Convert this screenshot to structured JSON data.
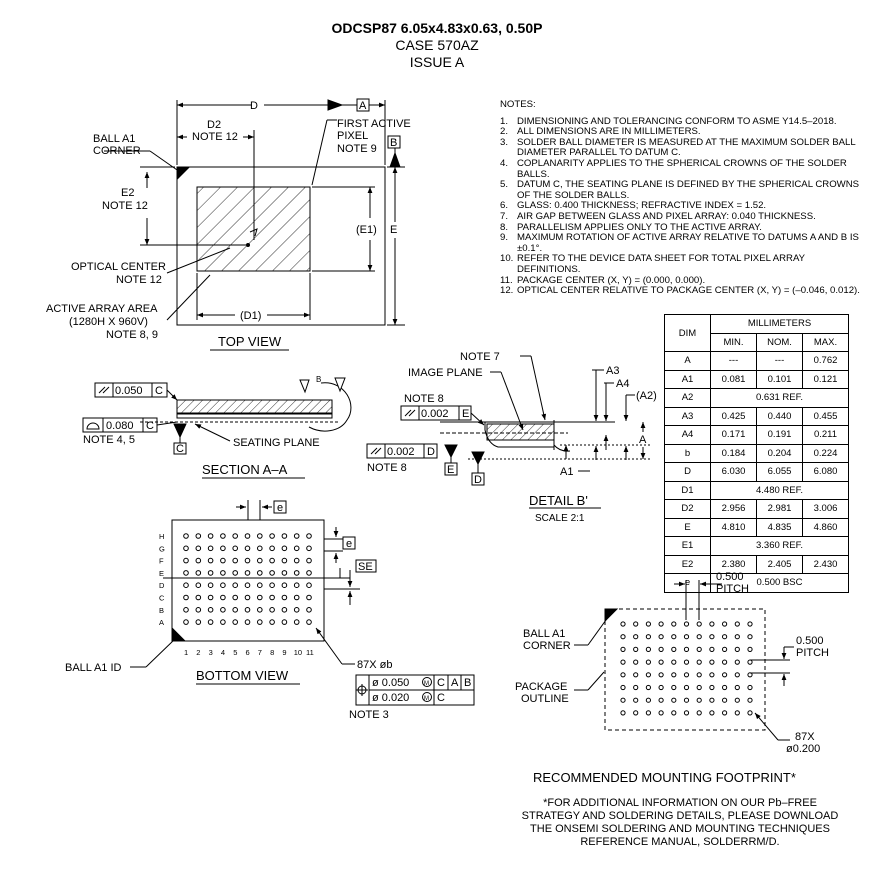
{
  "title": {
    "line1": "ODCSP87 6.05x4.83x0.63, 0.50P",
    "line2": "CASE 570AZ",
    "line3": "ISSUE A"
  },
  "notes": {
    "heading": "NOTES:",
    "items": [
      {
        "num": "1.",
        "text": "DIMENSIONING AND TOLERANCING CONFORM TO ASME Y14.5–2018."
      },
      {
        "num": "2.",
        "text": "ALL DIMENSIONS ARE IN MILLIMETERS."
      },
      {
        "num": "3.",
        "text": "SOLDER BALL DIAMETER IS MEASURED AT THE MAXIMUM SOLDER BALL DIAMETER PARALLEL TO DATUM C."
      },
      {
        "num": "4.",
        "text": "COPLANARITY APPLIES TO THE SPHERICAL CROWNS OF THE SOLDER BALLS."
      },
      {
        "num": "5.",
        "text": "DATUM C, THE SEATING PLANE IS DEFINED BY THE SPHERICAL CROWNS OF THE SOLDER BALLS."
      },
      {
        "num": "6.",
        "text": "GLASS: 0.400 THICKNESS; REFRACTIVE INDEX = 1.52."
      },
      {
        "num": "7.",
        "text": "AIR GAP BETWEEN GLASS AND PIXEL ARRAY: 0.040 THICKNESS."
      },
      {
        "num": "8.",
        "text": "PARALLELISM APPLIES ONLY TO THE ACTIVE ARRAY."
      },
      {
        "num": "9.",
        "text": "MAXIMUM ROTATION OF ACTIVE ARRAY RELATIVE TO DATUMS A AND B IS ±0.1°."
      },
      {
        "num": "10.",
        "text": "REFER TO THE DEVICE DATA SHEET FOR TOTAL PIXEL ARRAY DEFINITIONS."
      },
      {
        "num": "11.",
        "text": "PACKAGE CENTER (X, Y) = (0.000, 0.000)."
      },
      {
        "num": "12.",
        "text": "OPTICAL CENTER RELATIVE TO PACKAGE CENTER (X, Y) = (–0.046, 0.012)."
      }
    ]
  },
  "dim_table": {
    "dim_header": "DIM",
    "group_header": "MILLIMETERS",
    "col_headers": [
      "MIN.",
      "NOM.",
      "MAX."
    ],
    "rows": [
      {
        "dim": "A",
        "min": "---",
        "nom": "---",
        "max": "0.762"
      },
      {
        "dim": "A1",
        "min": "0.081",
        "nom": "0.101",
        "max": "0.121"
      },
      {
        "dim": "A2",
        "ref": "0.631 REF."
      },
      {
        "dim": "A3",
        "min": "0.425",
        "nom": "0.440",
        "max": "0.455"
      },
      {
        "dim": "A4",
        "min": "0.171",
        "nom": "0.191",
        "max": "0.211"
      },
      {
        "dim": "b",
        "min": "0.184",
        "nom": "0.204",
        "max": "0.224"
      },
      {
        "dim": "D",
        "min": "6.030",
        "nom": "6.055",
        "max": "6.080"
      },
      {
        "dim": "D1",
        "ref": "4.480 REF."
      },
      {
        "dim": "D2",
        "min": "2.956",
        "nom": "2.981",
        "max": "3.006"
      },
      {
        "dim": "E",
        "min": "4.810",
        "nom": "4.835",
        "max": "4.860"
      },
      {
        "dim": "E1",
        "ref": "3.360 REF."
      },
      {
        "dim": "E2",
        "min": "2.380",
        "nom": "2.405",
        "max": "2.430"
      },
      {
        "dim": "e",
        "ref": "0.500 BSC"
      }
    ]
  },
  "top_view": {
    "title": "TOP VIEW",
    "dim_D": "D",
    "datum_A": "A",
    "datum_B": "B",
    "d2_line1": "D2",
    "d2_line2": "NOTE 12",
    "ball_a1_line1": "BALL A1",
    "ball_a1_line2": "CORNER",
    "first_active_line1": "FIRST ACTIVE",
    "first_active_line2": "PIXEL",
    "first_active_line3": "NOTE 9",
    "e2_line1": "E2",
    "e2_line2": "NOTE 12",
    "e1_label": "(E1)",
    "e_label": "E",
    "optical_line1": "OPTICAL CENTER",
    "optical_line2": "NOTE 12",
    "active_line1": "ACTIVE ARRAY AREA",
    "active_line2": "(1280H X 960V)",
    "active_line3": "NOTE 8, 9",
    "d1_label": "(D1)"
  },
  "section_aa": {
    "title": "SECTION A–A",
    "parallel_tol": "0.050",
    "parallel_datum": "C",
    "profile_tol": "0.080",
    "profile_datum": "C",
    "note_45": "NOTE 4, 5",
    "datum_C": "C",
    "seating_plane": "SEATING PLANE",
    "view_b": "B"
  },
  "detail_b": {
    "title": "DETAIL B'",
    "scale": "SCALE 2:1",
    "note7": "NOTE 7",
    "image_plane": "IMAGE PLANE",
    "note8_top": "NOTE 8",
    "par_tol": "0.002",
    "par_datum": "E",
    "par2_tol": "0.002",
    "par2_datum": "D",
    "note8_bottom": "NOTE 8",
    "datum_E": "E",
    "datum_D": "D",
    "a3": "A3",
    "a4": "A4",
    "a2": "(A2)",
    "a": "A",
    "a1": "A1"
  },
  "bottom_view": {
    "title": "BOTTOM VIEW",
    "rows": [
      "H",
      "G",
      "F",
      "E",
      "D",
      "C",
      "B",
      "A"
    ],
    "cols": [
      "1",
      "2",
      "3",
      "4",
      "5",
      "6",
      "7",
      "8",
      "9",
      "10",
      "11"
    ],
    "pitch_e_top": "e",
    "pitch_e_side": "e",
    "se_label": "SE",
    "ball_a1_id": "BALL A1 ID",
    "ball_count": "87X øb",
    "fcf1_tol": "ø 0.050",
    "fcf1_d1": "C",
    "fcf1_d2": "A",
    "fcf1_d3": "B",
    "fcf2_tol": "ø 0.020",
    "fcf2_d1": "C",
    "note3": "NOTE 3",
    "mmc": "M"
  },
  "footprint": {
    "title": "RECOMMENDED MOUNTING FOOTPRINT*",
    "pitch_top_line1": "0.500",
    "pitch_top_line2": "PITCH",
    "pitch_side_line1": "0.500",
    "pitch_side_line2": "PITCH",
    "ball_a1_line1": "BALL A1",
    "ball_a1_line2": "CORNER",
    "pkg_line1": "PACKAGE",
    "pkg_line2": "OUTLINE",
    "pad_count": "87X",
    "pad_dia": "ø0.200",
    "footnote": [
      "*FOR ADDITIONAL INFORMATION ON OUR Pb–FREE",
      "STRATEGY AND SOLDERING DETAILS, PLEASE DOWNLOAD",
      "THE ONSEMI SOLDERING AND MOUNTING TECHNIQUES",
      "REFERENCE MANUAL, SOLDERRM/D."
    ]
  }
}
